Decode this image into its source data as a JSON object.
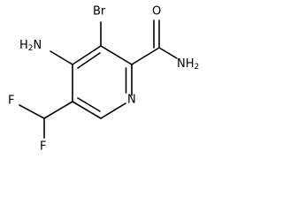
{
  "molecule": {
    "atoms": {
      "br": "Br",
      "nh2_amino": "H2N",
      "ring_n": "N",
      "carbonyl_o": "O",
      "amide_nh2": "NH2",
      "f_top": "F",
      "f_bottom": "F"
    }
  },
  "colors": {
    "bond": "#000000",
    "label": "#000000",
    "background": "#ffffff"
  }
}
